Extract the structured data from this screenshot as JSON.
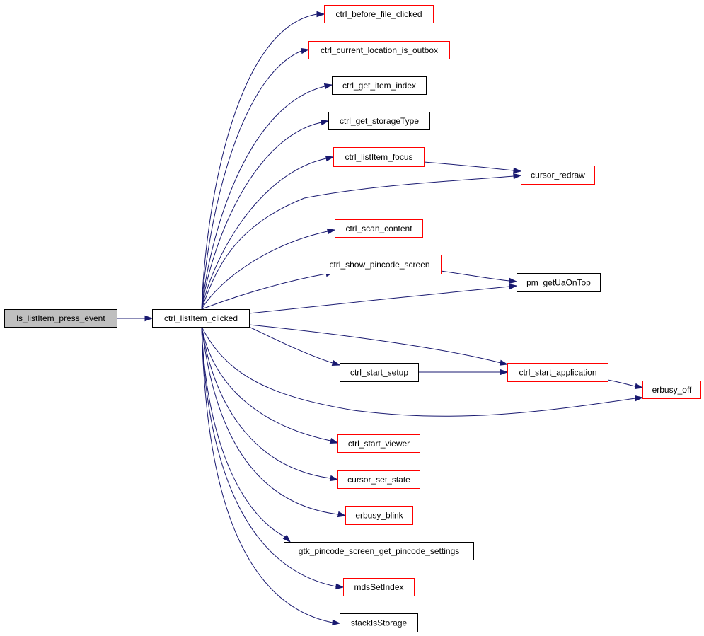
{
  "colors": {
    "edge": "#191970",
    "border_documented": "#000000",
    "border_undocumented": "#ff0000",
    "root_fill": "#bfbfbf",
    "node_fill": "#ffffff"
  },
  "nodes": [
    {
      "id": "ls_listItem_press_event",
      "label": "ls_listItem_press_event",
      "border": "black",
      "root": true
    },
    {
      "id": "ctrl_listItem_clicked",
      "label": "ctrl_listItem_clicked",
      "border": "black"
    },
    {
      "id": "ctrl_before_file_clicked",
      "label": "ctrl_before_file_clicked",
      "border": "red"
    },
    {
      "id": "ctrl_current_location_is_outbox",
      "label": "ctrl_current_location_is_outbox",
      "border": "red"
    },
    {
      "id": "ctrl_get_item_index",
      "label": "ctrl_get_item_index",
      "border": "black"
    },
    {
      "id": "ctrl_get_storageType",
      "label": "ctrl_get_storageType",
      "border": "black"
    },
    {
      "id": "ctrl_listItem_focus",
      "label": "ctrl_listItem_focus",
      "border": "red"
    },
    {
      "id": "cursor_redraw",
      "label": "cursor_redraw",
      "border": "red"
    },
    {
      "id": "ctrl_scan_content",
      "label": "ctrl_scan_content",
      "border": "red"
    },
    {
      "id": "ctrl_show_pincode_screen",
      "label": "ctrl_show_pincode_screen",
      "border": "red"
    },
    {
      "id": "pm_getUaOnTop",
      "label": "pm_getUaOnTop",
      "border": "black"
    },
    {
      "id": "ctrl_start_setup",
      "label": "ctrl_start_setup",
      "border": "black"
    },
    {
      "id": "ctrl_start_application",
      "label": "ctrl_start_application",
      "border": "red"
    },
    {
      "id": "erbusy_off",
      "label": "erbusy_off",
      "border": "red"
    },
    {
      "id": "ctrl_start_viewer",
      "label": "ctrl_start_viewer",
      "border": "red"
    },
    {
      "id": "cursor_set_state",
      "label": "cursor_set_state",
      "border": "red"
    },
    {
      "id": "erbusy_blink",
      "label": "erbusy_blink",
      "border": "red"
    },
    {
      "id": "gtk_pincode_screen_get_pincode_settings",
      "label": "gtk_pincode_screen_get_pincode_settings",
      "border": "black"
    },
    {
      "id": "mdsSetIndex",
      "label": "mdsSetIndex",
      "border": "red"
    },
    {
      "id": "stackIsStorage",
      "label": "stackIsStorage",
      "border": "black"
    }
  ],
  "edges": [
    {
      "from": "ls_listItem_press_event",
      "to": "ctrl_listItem_clicked"
    },
    {
      "from": "ctrl_listItem_clicked",
      "to": "ctrl_before_file_clicked"
    },
    {
      "from": "ctrl_listItem_clicked",
      "to": "ctrl_current_location_is_outbox"
    },
    {
      "from": "ctrl_listItem_clicked",
      "to": "ctrl_get_item_index"
    },
    {
      "from": "ctrl_listItem_clicked",
      "to": "ctrl_get_storageType"
    },
    {
      "from": "ctrl_listItem_clicked",
      "to": "ctrl_listItem_focus"
    },
    {
      "from": "ctrl_listItem_clicked",
      "to": "cursor_redraw"
    },
    {
      "from": "ctrl_listItem_clicked",
      "to": "ctrl_scan_content"
    },
    {
      "from": "ctrl_listItem_clicked",
      "to": "ctrl_show_pincode_screen"
    },
    {
      "from": "ctrl_listItem_clicked",
      "to": "pm_getUaOnTop"
    },
    {
      "from": "ctrl_listItem_clicked",
      "to": "ctrl_start_application"
    },
    {
      "from": "ctrl_listItem_clicked",
      "to": "ctrl_start_setup"
    },
    {
      "from": "ctrl_listItem_clicked",
      "to": "erbusy_off"
    },
    {
      "from": "ctrl_listItem_clicked",
      "to": "ctrl_start_viewer"
    },
    {
      "from": "ctrl_listItem_clicked",
      "to": "cursor_set_state"
    },
    {
      "from": "ctrl_listItem_clicked",
      "to": "erbusy_blink"
    },
    {
      "from": "ctrl_listItem_clicked",
      "to": "gtk_pincode_screen_get_pincode_settings"
    },
    {
      "from": "ctrl_listItem_clicked",
      "to": "mdsSetIndex"
    },
    {
      "from": "ctrl_listItem_clicked",
      "to": "stackIsStorage"
    },
    {
      "from": "ctrl_listItem_focus",
      "to": "cursor_redraw"
    },
    {
      "from": "ctrl_show_pincode_screen",
      "to": "pm_getUaOnTop"
    },
    {
      "from": "ctrl_start_setup",
      "to": "ctrl_start_application"
    },
    {
      "from": "ctrl_start_application",
      "to": "erbusy_off"
    }
  ]
}
